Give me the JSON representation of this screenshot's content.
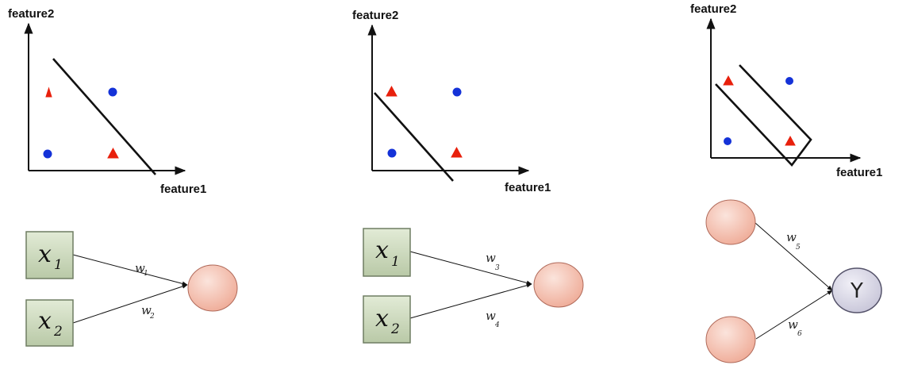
{
  "plots": [
    {
      "ylabel": "feature2",
      "xlabel": "feature1"
    },
    {
      "ylabel": "feature2",
      "xlabel": "feature1"
    },
    {
      "ylabel": "feature2",
      "xlabel": "feature1"
    }
  ],
  "networks": [
    {
      "inputs": [
        {
          "var": "x",
          "sub": "1"
        },
        {
          "var": "x",
          "sub": "2"
        }
      ],
      "weights": [
        {
          "var": "w",
          "sub": "1"
        },
        {
          "var": "w",
          "sub": "2"
        }
      ]
    },
    {
      "inputs": [
        {
          "var": "x",
          "sub": "1"
        },
        {
          "var": "x",
          "sub": "2"
        }
      ],
      "weights": [
        {
          "var": "w",
          "sub": "3"
        },
        {
          "var": "w",
          "sub": "4"
        }
      ]
    },
    {
      "weights": [
        {
          "var": "w",
          "sub": "5"
        },
        {
          "var": "w",
          "sub": "6"
        }
      ],
      "output_label": "Y"
    }
  ],
  "colors": {
    "triangle": "#e8200c",
    "circle": "#1432d8",
    "input_box": "#cfdcc0",
    "neuron": "#f1b7a8",
    "output_neuron": "#d7d5e3"
  }
}
